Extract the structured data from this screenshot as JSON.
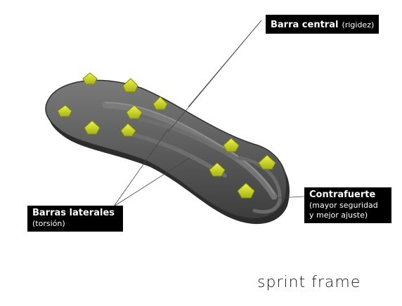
{
  "labels": {
    "central": {
      "title": "Barra central",
      "note": "(rigidez)"
    },
    "contrafuerte": {
      "title": "Contrafuerte",
      "note_line1": "(mayor seguridad",
      "note_line2": "y mejor ajuste)"
    },
    "laterales": {
      "title": "Barras laterales",
      "note": "(torsión)"
    }
  },
  "brand": "sprint frame",
  "colors": {
    "sole": "#5b5b5b",
    "sole_shadow": "#3a3a3a",
    "stud": "#d4e21b",
    "stud_dark": "#8e9a12",
    "label_bg": "#000000",
    "label_text": "#ffffff"
  }
}
